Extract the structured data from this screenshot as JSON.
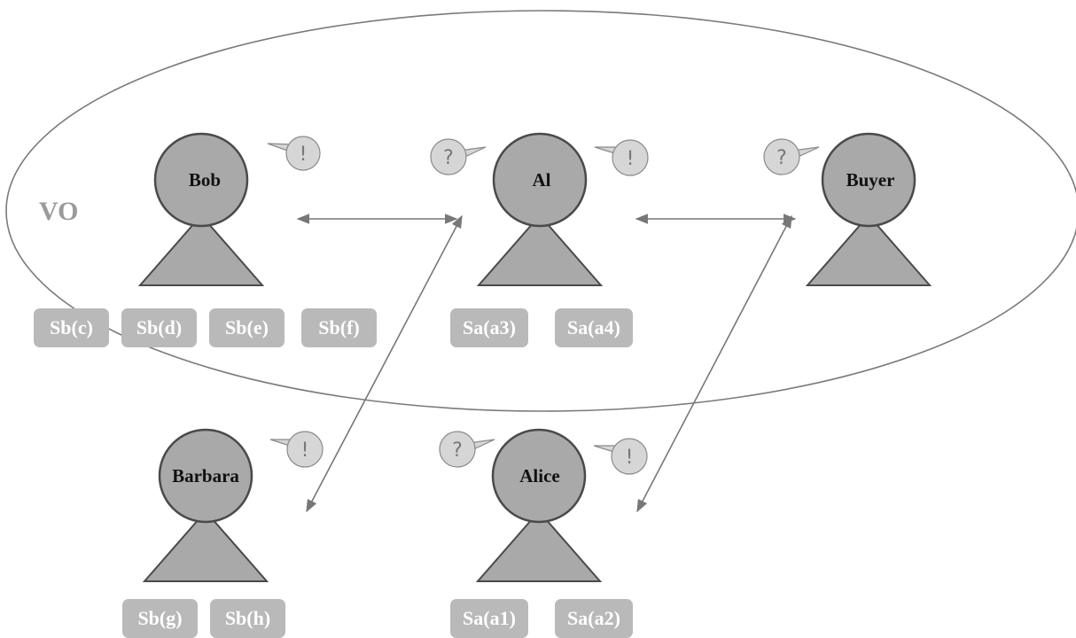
{
  "vo_label": "VO",
  "agents": {
    "bob": {
      "name": "Bob"
    },
    "al": {
      "name": "Al"
    },
    "buyer": {
      "name": "Buyer"
    },
    "barbara": {
      "name": "Barbara"
    },
    "alice": {
      "name": "Alice"
    }
  },
  "bubbles": {
    "query": "?",
    "answer": "!"
  },
  "services": {
    "bob": [
      "Sb(c)",
      "Sb(d)",
      "Sb(e)",
      "Sb(f)"
    ],
    "al": [
      "Sa(a3)",
      "Sa(a4)"
    ],
    "barbara": [
      "Sb(g)",
      "Sb(h)"
    ],
    "alice": [
      "Sa(a1)",
      "Sa(a2)"
    ]
  },
  "colors": {
    "agent_fill": "#a9a9a9",
    "agent_stroke": "#4a4a4a",
    "arrow": "#777777",
    "tag_fill": "#b9b9b9",
    "bubble_fill": "#d6d6d6"
  }
}
